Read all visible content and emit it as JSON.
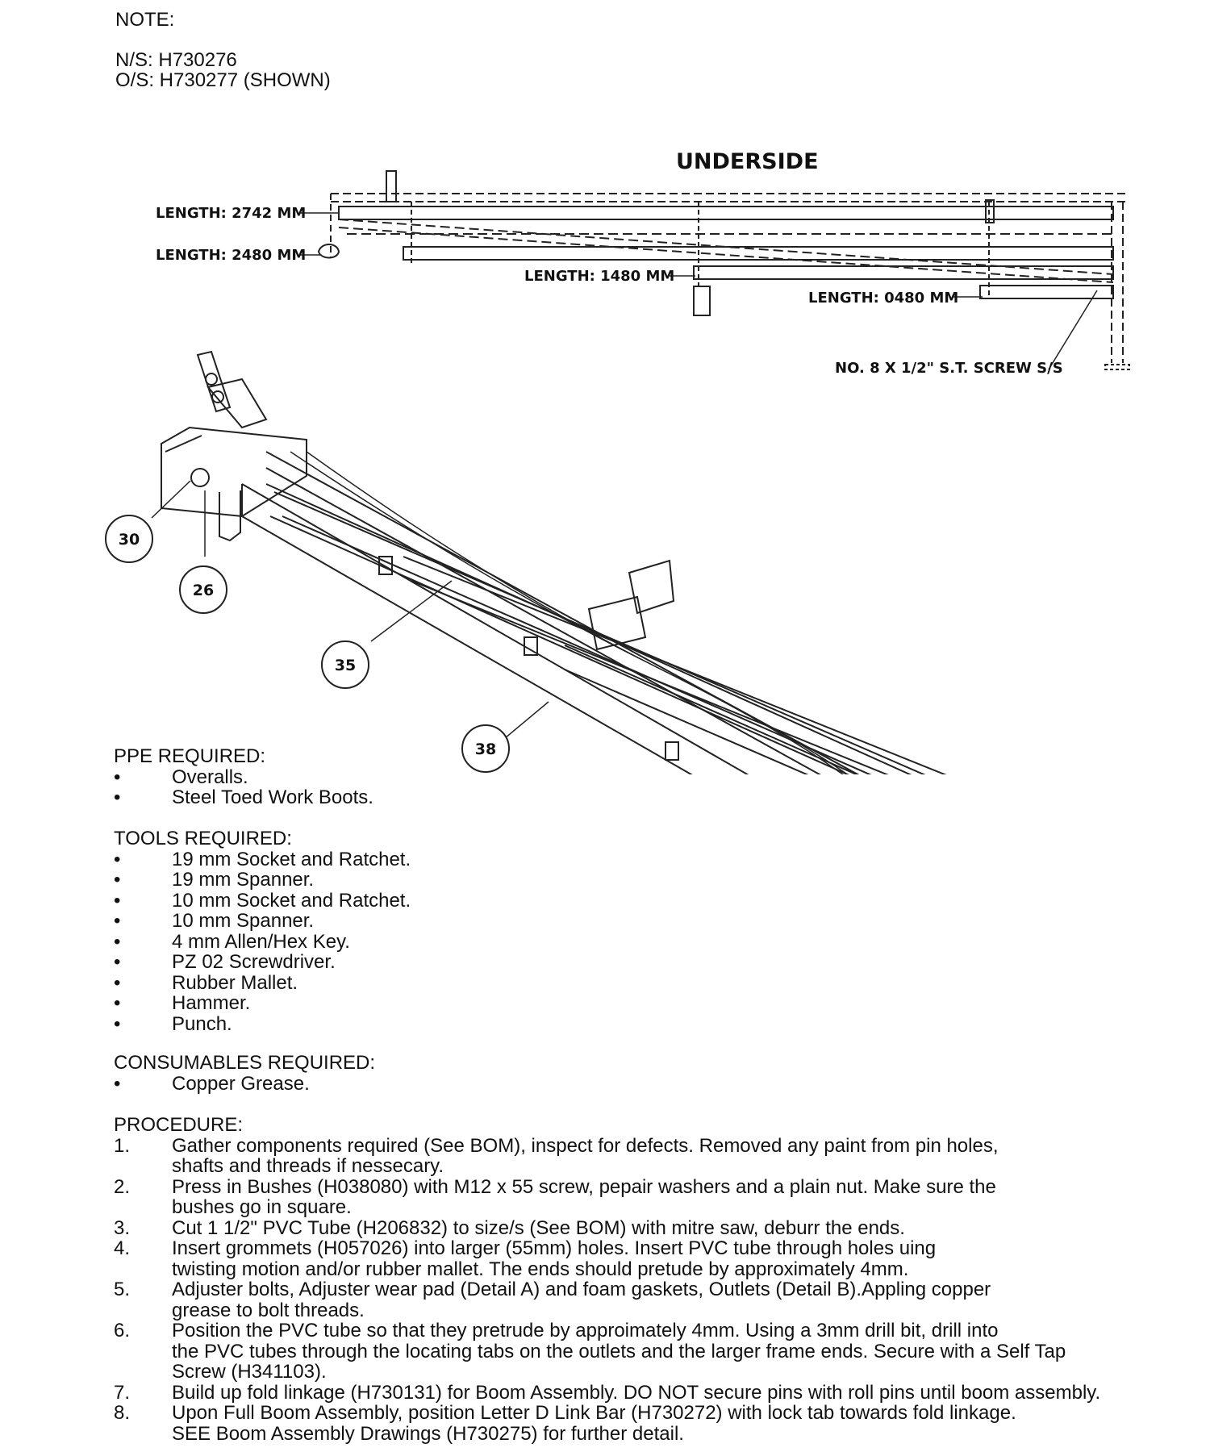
{
  "note": {
    "title": "NOTE:",
    "ns": "N/S: H730276",
    "os": "O/S: H730277 (SHOWN)"
  },
  "underside": {
    "title": "UNDERSIDE",
    "lengths": [
      "LENGTH: 2742 MM",
      "LENGTH: 2480 MM",
      "LENGTH: 1480 MM",
      "LENGTH: 0480 MM"
    ],
    "screw": "NO. 8 X 1/2\" S.T. SCREW S/S"
  },
  "callouts": [
    "30",
    "26",
    "35",
    "38"
  ],
  "ppe": {
    "title": "PPE REQUIRED:",
    "items": [
      "Overalls.",
      "Steel Toed Work Boots."
    ]
  },
  "tools": {
    "title": "TOOLS REQUIRED:",
    "items": [
      "19 mm Socket and Ratchet.",
      "19 mm Spanner.",
      "10 mm Socket and Ratchet.",
      "10 mm Spanner.",
      "4 mm Allen/Hex Key.",
      "PZ 02 Screwdriver.",
      "Rubber Mallet.",
      "Hammer.",
      "Punch."
    ]
  },
  "consumables": {
    "title": "CONSUMABLES REQUIRED:",
    "items": [
      "Copper Grease."
    ]
  },
  "procedure": {
    "title": "PROCEDURE:",
    "steps": [
      {
        "num": "1.",
        "lines": [
          "Gather components required (See BOM), inspect for defects. Removed any paint from pin holes,",
          "shafts and threads if nessecary."
        ]
      },
      {
        "num": "2.",
        "lines": [
          "Press in Bushes (H038080) with M12 x 55 screw, pepair washers and a plain nut. Make sure the",
          "bushes go in square."
        ]
      },
      {
        "num": "3.",
        "lines": [
          "Cut 1 1/2\" PVC Tube (H206832) to size/s (See BOM) with mitre saw, deburr the ends."
        ]
      },
      {
        "num": "4.",
        "lines": [
          "Insert grommets (H057026) into larger (55mm) holes. Insert PVC tube through holes uing",
          "twisting motion and/or rubber mallet. The ends should pretude by approximately 4mm."
        ]
      },
      {
        "num": "5.",
        "lines": [
          "Adjuster bolts, Adjuster wear pad (Detail A) and foam gaskets, Outlets (Detail B).Appling copper",
          "grease to bolt threads."
        ]
      },
      {
        "num": "6.",
        "lines": [
          "Position the PVC tube so that they pretrude by approimately 4mm. Using a 3mm drill bit, drill into",
          "the PVC tubes through the locating tabs on the outlets and the larger frame ends. Secure with a Self Tap",
          "Screw (H341103)."
        ]
      },
      {
        "num": "7.",
        "lines": [
          "Build up fold linkage (H730131) for Boom Assembly. DO NOT secure pins with roll pins until boom assembly."
        ]
      },
      {
        "num": "8.",
        "lines": [
          "Upon Full Boom Assembly, position Letter D Link Bar (H730272) with lock tab towards fold linkage.",
          "SEE Boom Assembly Drawings (H730275) for further detail."
        ]
      }
    ]
  },
  "bullet": "•"
}
